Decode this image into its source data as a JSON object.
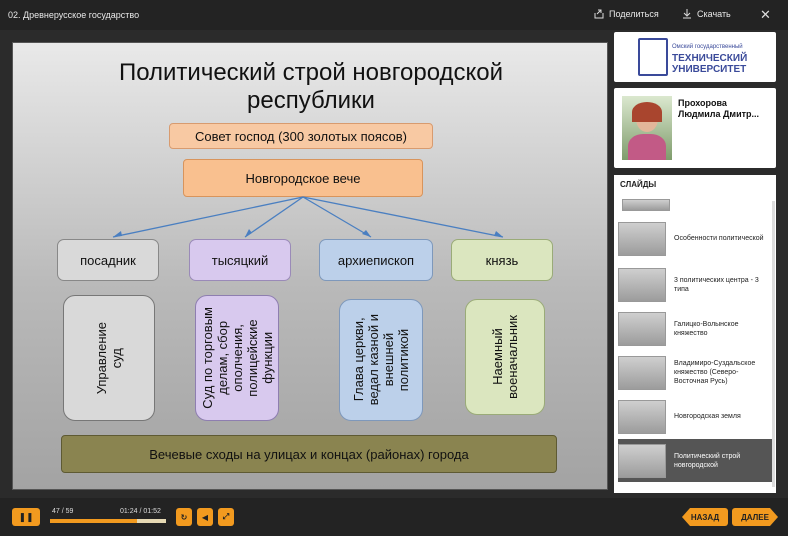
{
  "window": {
    "title": "02. Древнерусское государство",
    "share": "Поделиться",
    "download": "Скачать"
  },
  "slide": {
    "title_line1": "Политический строй новгородской",
    "title_line2": "республики",
    "council": "Совет господ (300 золотых поясов)",
    "veche": "Новгородское вече",
    "roles": [
      "посадник",
      "тысяцкий",
      "архиепископ",
      "князь"
    ],
    "duties": [
      [
        "Управление",
        "суд"
      ],
      [
        "Суд по торговым",
        "делам, сбор",
        "ополчения,",
        "полицейские",
        "функции"
      ],
      [
        "Глава церкви,",
        "ведал казной и",
        "внешней",
        "политикой"
      ],
      [
        "Наемный",
        "военачальник"
      ]
    ],
    "bottom": "Вечевые сходы на улицах и концах (районах) города"
  },
  "logo": {
    "line1": "Омский государственный",
    "line2": "ТЕХНИЧЕСКИЙ",
    "line3": "УНИВЕРСИТЕТ"
  },
  "presenter": {
    "line1": "Прохорова",
    "line2": "Людмила Дмитр..."
  },
  "slides_panel": {
    "heading": "СЛАЙДЫ",
    "items": [
      "Особенности политической",
      "3 политических центра - 3 типа",
      "Галицко-Волынское княжество",
      "Владимиро-Суздальское княжество (Северо-Восточная Русь)",
      "Новгородская земля",
      "Политический строй новгородской"
    ]
  },
  "player": {
    "slide_counter": "47 / 59",
    "time": "01:24 / 01:52",
    "progress": 0.75,
    "back": "НАЗАД",
    "next": "ДАЛЕЕ"
  },
  "colors": {
    "accent": "#f29a1f",
    "council": "#f8c9a3",
    "veche": "#f9c08f",
    "posadnik": "#d9d9d9",
    "tysyatsky": "#d8c9ee",
    "archbishop": "#bcd0ea",
    "prince": "#dbe6bf",
    "bottom": "#8a8450"
  }
}
